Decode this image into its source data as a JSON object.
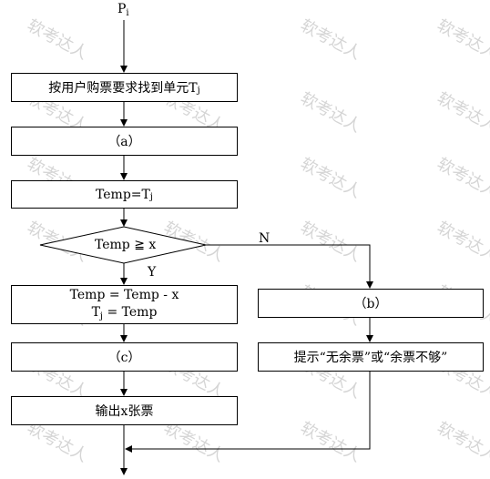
{
  "diagram": {
    "input_label": "P",
    "input_sub": "i",
    "box_find": "按用户购票要求找到单元T",
    "box_find_sub": "j",
    "box_a": "（a）",
    "box_temp_assign": "Temp=T",
    "box_temp_assign_sub": "j",
    "decision": "Temp ≧ x",
    "label_yes": "Y",
    "label_no": "N",
    "box_update_line1": "Temp = Temp - x",
    "box_update_line2_pre": "T",
    "box_update_line2_sub": "j",
    "box_update_line2_post": " = Temp",
    "box_c": "（c）",
    "box_output": "输出x张票",
    "box_b": "（b）",
    "box_prompt": "提示“无余票”或“余票不够”"
  },
  "watermark": "软考达人"
}
